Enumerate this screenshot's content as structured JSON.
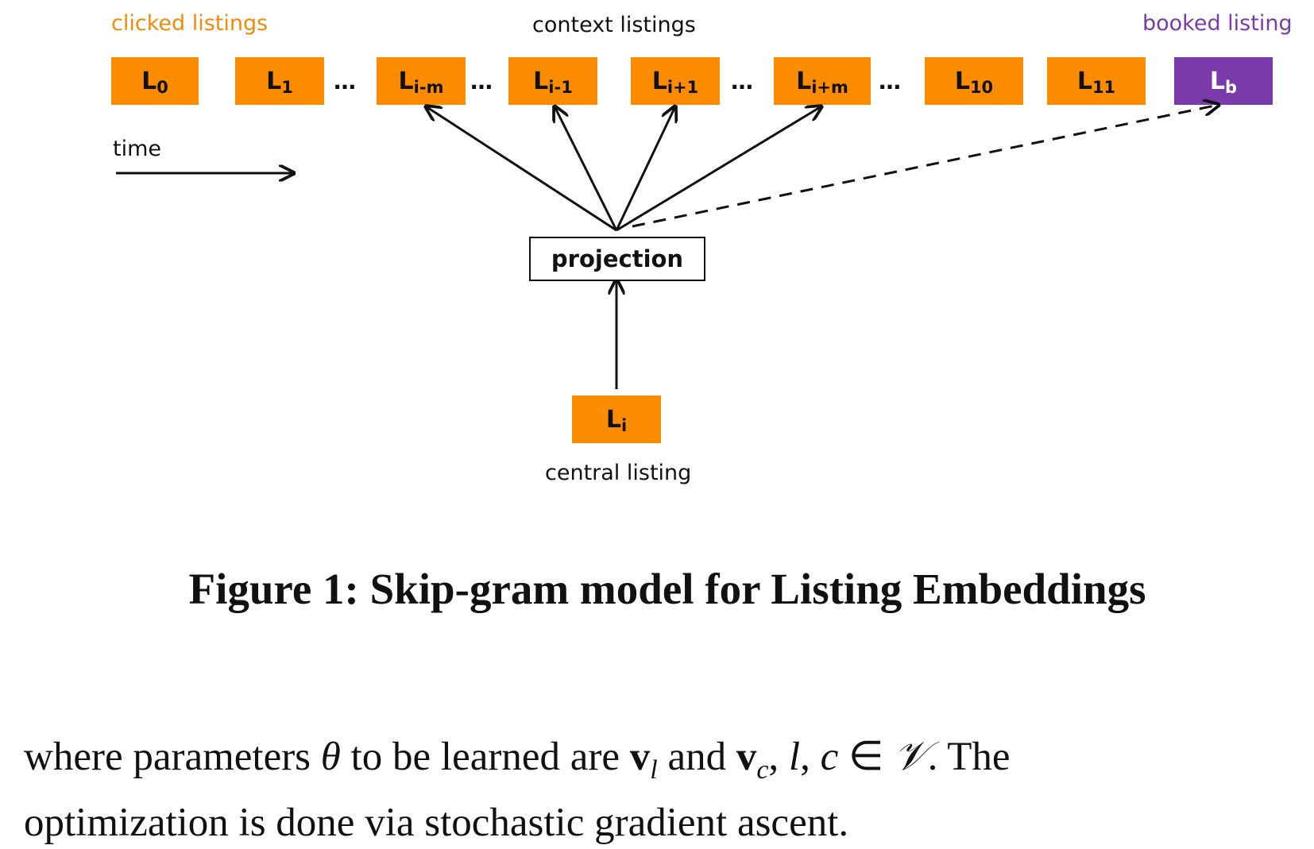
{
  "labels": {
    "clicked": "clicked listings",
    "context": "context listings",
    "booked": "booked listing",
    "time": "time",
    "projection": "projection",
    "central": "central listing"
  },
  "listings": [
    {
      "base": "L",
      "sub": "0"
    },
    {
      "base": "L",
      "sub": "1"
    },
    {
      "base": "L",
      "sub": "i-m"
    },
    {
      "base": "L",
      "sub": "i-1"
    },
    {
      "base": "L",
      "sub": "i+1"
    },
    {
      "base": "L",
      "sub": "i+m"
    },
    {
      "base": "L",
      "sub": "10"
    },
    {
      "base": "L",
      "sub": "11"
    },
    {
      "base": "L",
      "sub": "b"
    }
  ],
  "central_listing": {
    "base": "L",
    "sub": "i"
  },
  "ellipsis": "…",
  "caption": "Figure 1: Skip-gram model for Listing Embeddings",
  "body": {
    "p1": "where parameters ",
    "theta": "θ",
    "p2": " to be learned are ",
    "v": "v",
    "vl_sub": "l",
    "p3": " and ",
    "vc_sub": "c",
    "p4": ", ",
    "l": "l",
    "comma": ", ",
    "c": "c",
    "in": " ∈ ",
    "V": "𝒱",
    "p5": ". The",
    "line2": "optimization is done via stochastic gradient ascent."
  },
  "colors": {
    "listing": "#fb8c00",
    "booked": "#7b3aaa",
    "clicked_label": "#f28a0a",
    "booked_label": "#7a3aa8"
  }
}
